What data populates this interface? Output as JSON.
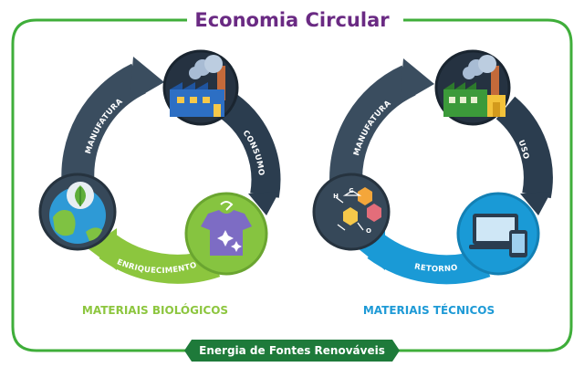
{
  "title": "Economia Circular",
  "footer_banner": "Energia de Fontes Renováveis",
  "colors": {
    "frame_green": "#3fae3a",
    "title_purple": "#6a2a83",
    "slate": "#35485a",
    "slate_dark": "#263442",
    "bio_green": "#8cc63e",
    "tech_blue": "#1a9ad6",
    "banner_green": "#1e7a3a"
  },
  "biological_cycle": {
    "label": "MATERIAIS BIOLÓGICOS",
    "label_color": "#8dc63f",
    "arcs": {
      "left": "MANUFATURA",
      "right": "CONSUMO",
      "bottom": "ENRIQUECIMENTO"
    },
    "icons": {
      "top": "factory-icon",
      "left": "earth-leaf-icon",
      "right": "tshirt-icon"
    }
  },
  "technical_cycle": {
    "label": "MATERIAIS TÉCNICOS",
    "label_color": "#1e9ad6",
    "arcs": {
      "left": "MANUFATURA",
      "right": "USO",
      "bottom": "RETORNO"
    },
    "icons": {
      "top": "factory-icon",
      "left": "molecule-icon",
      "right": "devices-icon"
    },
    "molecule_letters": {
      "h": "H",
      "c": "C",
      "o": "O"
    }
  }
}
